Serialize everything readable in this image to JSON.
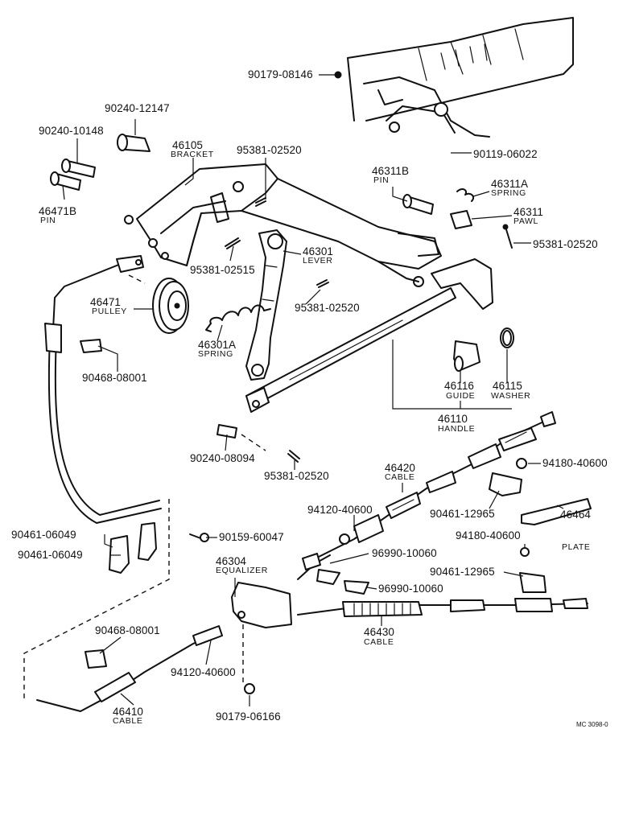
{
  "parts": {
    "p_90179_08146": {
      "num": "90179-08146"
    },
    "p_90240_12147": {
      "num": "90240-12147"
    },
    "p_90240_10148": {
      "num": "90240-10148"
    },
    "p_46471B": {
      "num": "46471B",
      "sub": "PIN"
    },
    "p_46105": {
      "num": "46105",
      "sub": "BRACKET"
    },
    "p_95381_02520_a": {
      "num": "95381-02520"
    },
    "p_90119_06022": {
      "num": "90119-06022"
    },
    "p_46311B": {
      "num": "46311B",
      "sub": "PIN"
    },
    "p_46311A": {
      "num": "46311A",
      "sub": "SPRING"
    },
    "p_46311": {
      "num": "46311",
      "sub": "PAWL"
    },
    "p_95381_02520_b": {
      "num": "95381-02520"
    },
    "p_46301": {
      "num": "46301",
      "sub": "LEVER"
    },
    "p_95381_02515": {
      "num": "95381-02515"
    },
    "p_46471": {
      "num": "46471",
      "sub": "PULLEY"
    },
    "p_95381_02520_c": {
      "num": "95381-02520"
    },
    "p_46301A": {
      "num": "46301A",
      "sub": "SPRING"
    },
    "p_90468_08001_a": {
      "num": "90468-08001"
    },
    "p_46116": {
      "num": "46116",
      "sub": "GUIDE"
    },
    "p_46115": {
      "num": "46115",
      "sub": "WASHER"
    },
    "p_46110": {
      "num": "46110",
      "sub": "HANDLE"
    },
    "p_90240_08094": {
      "num": "90240-08094"
    },
    "p_95381_02520_d": {
      "num": "95381-02520"
    },
    "p_46420": {
      "num": "46420",
      "sub": "CABLE"
    },
    "p_94180_40600_a": {
      "num": "94180-40600"
    },
    "p_94120_40600_a": {
      "num": "94120-40600"
    },
    "p_90461_12965_a": {
      "num": "90461-12965"
    },
    "p_46464": {
      "num": "46464",
      "sub": "PLATE"
    },
    "p_90461_06049_a": {
      "num": "90461-06049"
    },
    "p_90159_60047": {
      "num": "90159-60047"
    },
    "p_90461_06049_b": {
      "num": "90461-06049"
    },
    "p_96990_10060_a": {
      "num": "96990-10060"
    },
    "p_94180_40600_b": {
      "num": "94180-40600"
    },
    "p_46304": {
      "num": "46304",
      "sub": "EQUALIZER"
    },
    "p_90461_12965_b": {
      "num": "90461-12965"
    },
    "p_96990_10060_b": {
      "num": "96990-10060"
    },
    "p_90468_08001_b": {
      "num": "90468-08001"
    },
    "p_46430": {
      "num": "46430",
      "sub": "CABLE"
    },
    "p_94120_40600_b": {
      "num": "94120-40600"
    },
    "p_46410": {
      "num": "46410",
      "sub": "CABLE"
    },
    "p_90179_06166": {
      "num": "90179-06166"
    }
  },
  "diagram_code": "MC 3098-0"
}
